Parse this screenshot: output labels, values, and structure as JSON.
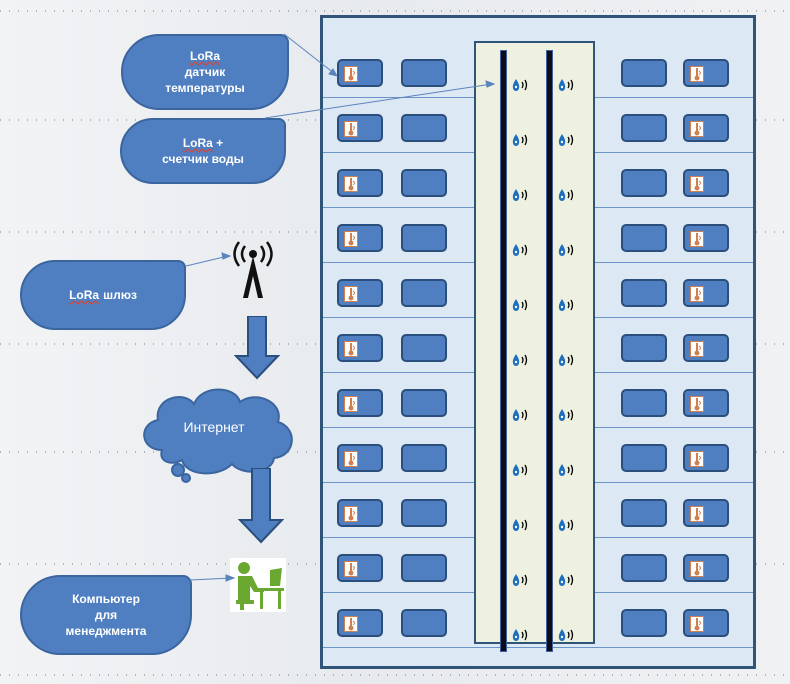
{
  "labels": {
    "temp_sensor": {
      "word": "LoRa",
      "line2": "датчик",
      "line3": "температуры"
    },
    "water_meter": {
      "word": "LoRa",
      "suffix": " +",
      "line2": "счетчик воды"
    },
    "gateway": {
      "word": "LoRa",
      "line2": "шлюз"
    },
    "internet": "Интернет",
    "computer": {
      "line1": "Компьютер",
      "line2": "для",
      "line3": "менеджмента"
    }
  },
  "building": {
    "floors": 11,
    "units_per_floor": 4,
    "risers": 2
  },
  "colors": {
    "bubble": "#4f7fc0",
    "unit": "#4f7fc0",
    "building_fill": "#dde8f5",
    "shaft_fill": "#eef0e0",
    "pipe": "#0d0d18",
    "sensor": "#d08050",
    "computer": "#6aa832"
  },
  "icons": [
    "thermometer-icon",
    "water-drop-icon",
    "antenna-tower-icon",
    "cloud-icon",
    "computer-user-icon",
    "arrow-down-icon"
  ]
}
